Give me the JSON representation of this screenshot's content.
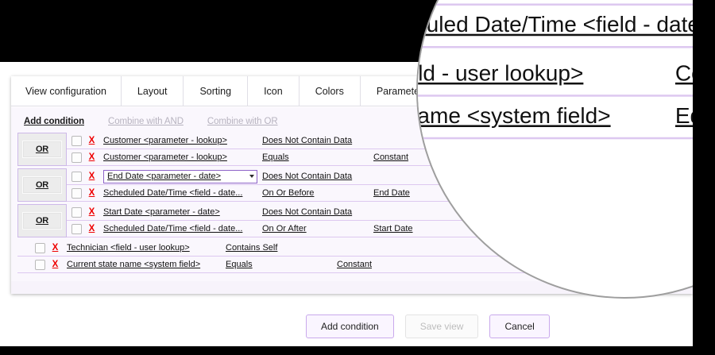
{
  "tabs": [
    {
      "label": "View configuration"
    },
    {
      "label": "Layout"
    },
    {
      "label": "Sorting"
    },
    {
      "label": "Icon"
    },
    {
      "label": "Colors"
    },
    {
      "label": "Parameters"
    }
  ],
  "actions": {
    "add_condition": "Add condition",
    "combine_and": "Combine with AND",
    "combine_or": "Combine with OR"
  },
  "operator_label": "OR",
  "delete_glyph": "X",
  "groups": [
    {
      "operator": "OR",
      "rows": [
        {
          "field": "Customer <parameter - lookup>",
          "operator": "Does Not Contain Data",
          "value": "",
          "is_select": false
        },
        {
          "field": "Customer <parameter - lookup>",
          "operator": "Equals",
          "value": "Constant",
          "is_select": false
        }
      ]
    },
    {
      "operator": "OR",
      "rows": [
        {
          "field": "End Date <parameter - date>",
          "operator": "Does Not Contain Data",
          "value": "",
          "is_select": true
        },
        {
          "field": "Scheduled Date/Time <field - date...",
          "operator": "On Or Before",
          "value": "End Date",
          "is_select": false
        }
      ]
    },
    {
      "operator": "OR",
      "rows": [
        {
          "field": "Start Date <parameter - date>",
          "operator": "Does Not Contain Data",
          "value": "",
          "is_select": false
        },
        {
          "field": "Scheduled Date/Time <field - date...",
          "operator": "On Or After",
          "value": "Start Date",
          "is_select": false
        }
      ]
    }
  ],
  "ungrouped_rows": [
    {
      "field": "Technician <field - user lookup>",
      "operator": "Contains Self",
      "value": ""
    },
    {
      "field": "Current state name <system field>",
      "operator": "Equals",
      "value": "Constant"
    }
  ],
  "footer_buttons": [
    {
      "label": "Add condition",
      "state": "enabled"
    },
    {
      "label": "Save view",
      "state": "disabled"
    },
    {
      "label": "Cancel",
      "state": "enabled"
    }
  ],
  "colors": {
    "accent": "#c9a9ec",
    "row_divider": "#ddc8f0",
    "delete_x": "#ee0000",
    "dialog_bg": "#faf7fd",
    "select_border": "#8e63c8"
  }
}
